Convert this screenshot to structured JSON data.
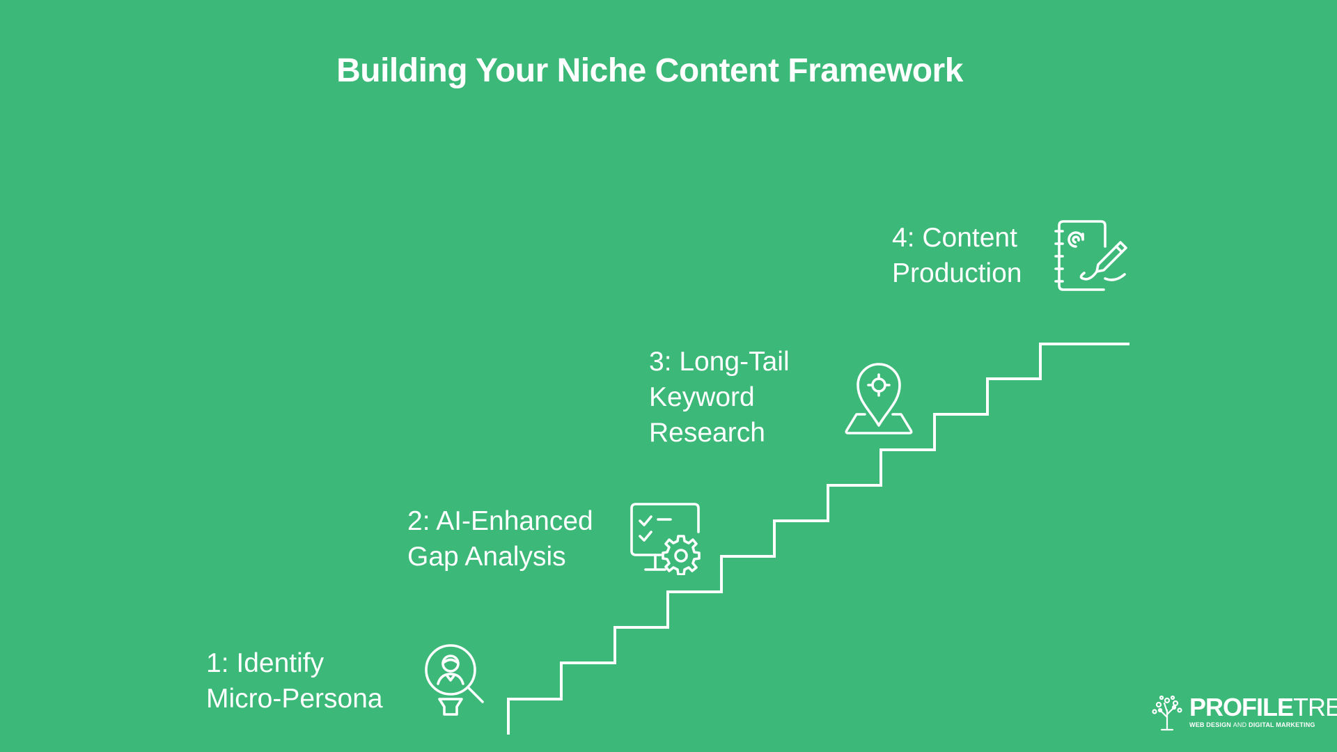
{
  "colors": {
    "background": "#3cb878",
    "foreground": "#ffffff"
  },
  "title": "Building Your Niche Content Framework",
  "steps": [
    {
      "number": 1,
      "lines": [
        "1: Identify",
        "Micro-Persona"
      ],
      "icon": "persona-search-icon"
    },
    {
      "number": 2,
      "lines": [
        "2: AI-Enhanced",
        "Gap Analysis"
      ],
      "icon": "checklist-gear-icon"
    },
    {
      "number": 3,
      "lines": [
        "3: Long-Tail",
        "Keyword",
        "Research"
      ],
      "icon": "location-pin-icon"
    },
    {
      "number": 4,
      "lines": [
        "4: Content",
        "Production"
      ],
      "icon": "notebook-pen-icon"
    }
  ],
  "logo": {
    "name_bold": "PROFILE",
    "name_thin": "TREE",
    "tagline_a": "WEB DESIGN",
    "tagline_and": "AND",
    "tagline_b": "DIGITAL MARKETING",
    "icon": "tree-icon"
  }
}
